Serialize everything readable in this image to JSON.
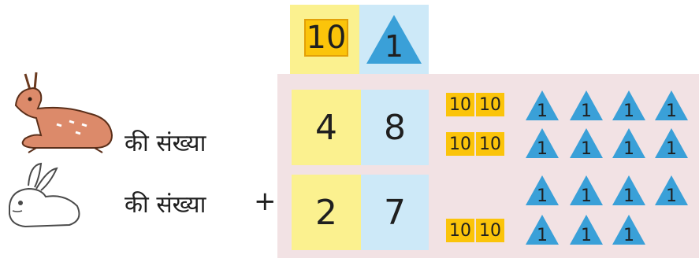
{
  "header": {
    "tens": "10",
    "ones": "1"
  },
  "rows": [
    {
      "label": "की संख्या",
      "tens_digit": "4",
      "ones_digit": "8"
    },
    {
      "label": "की संख्या",
      "operator": "+",
      "tens_digit": "2",
      "ones_digit": "7"
    }
  ],
  "tiles": {
    "ten_label": "10",
    "one_label": "1"
  },
  "colors": {
    "yellow": "#fbf18f",
    "blue": "#cde9f8",
    "panel": "#f2e2e4",
    "tile": "#fbc40a",
    "triangle": "#3aa0d8"
  }
}
